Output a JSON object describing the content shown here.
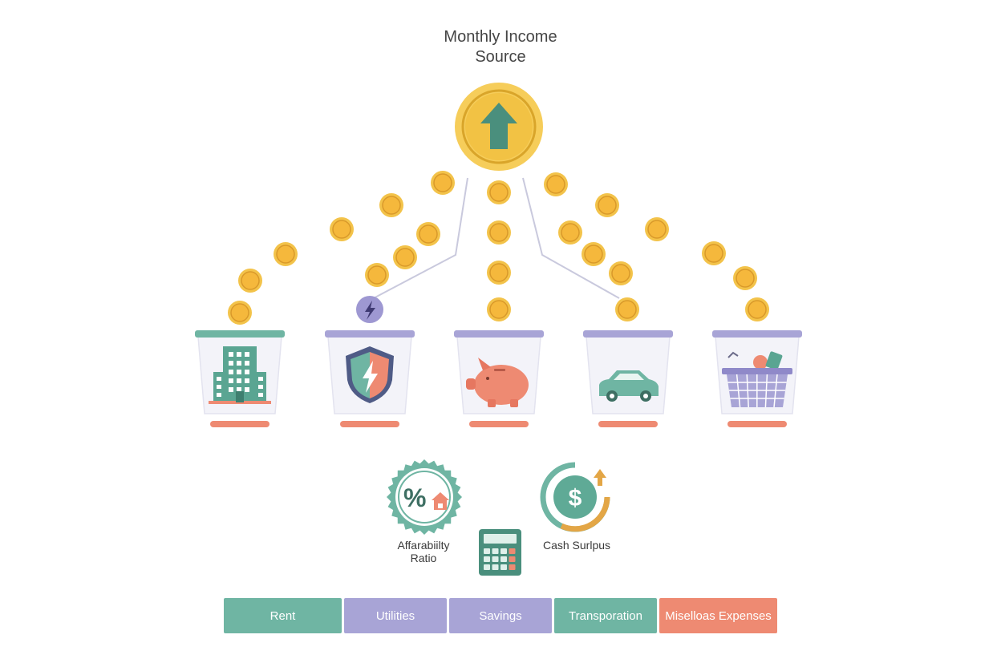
{
  "title_line1": "Monthly Income",
  "title_line2": "Source",
  "affordability_label_line1": "Affarabiilty",
  "affordability_label_line2": "Ratio",
  "cash_surplus_label": "Cash Surlpus",
  "colors": {
    "teal": "#6fb5a3",
    "lavender": "#a8a4d6",
    "coral": "#ee8a72",
    "gold": "#f2bf3e",
    "dark_teal": "#4a8f7d"
  },
  "buckets": [
    {
      "icon": "building-icon",
      "rim": "teal"
    },
    {
      "icon": "shield-lightning-icon",
      "rim": "lavender"
    },
    {
      "icon": "piggy-bank-icon",
      "rim": "lavender"
    },
    {
      "icon": "car-icon",
      "rim": "lavender"
    },
    {
      "icon": "shopping-basket-icon",
      "rim": "lavender"
    }
  ],
  "legend": [
    {
      "label": "Rent",
      "color": "#6fb5a3"
    },
    {
      "label": "Utilities",
      "color": "#a8a4d6"
    },
    {
      "label": "Savings",
      "color": "#a8a4d6"
    },
    {
      "label": "Transporation",
      "color": "#6fb5a3"
    },
    {
      "label": "Miselloas Expenses",
      "color": "#ee8a72"
    }
  ]
}
